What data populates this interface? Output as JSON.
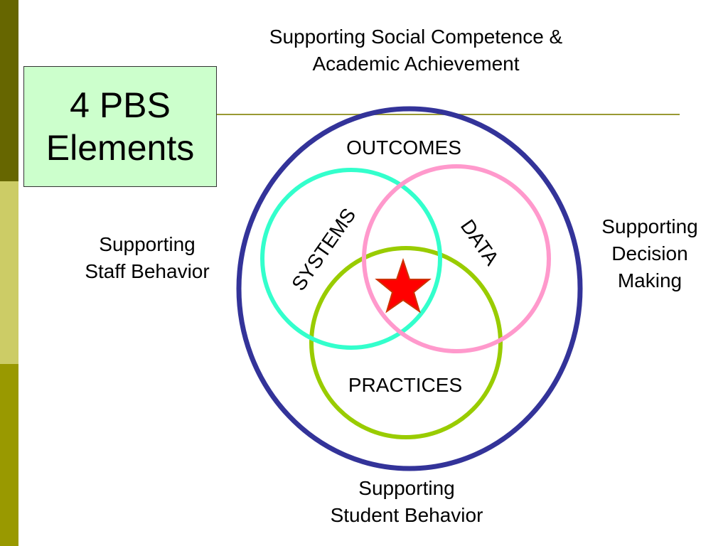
{
  "slide": {
    "title_line1": "4 PBS",
    "title_line2": "Elements"
  },
  "labels": {
    "top_line1": "Supporting Social Competence &",
    "top_line2": "Academic Achievement",
    "left_line1": "Supporting",
    "left_line2": "Staff Behavior",
    "right_line1": "Supporting",
    "right_line2": "Decision",
    "right_line3": "Making",
    "bottom_line1": "Supporting",
    "bottom_line2": "Student Behavior"
  },
  "diagram": {
    "outcomes": "OUTCOMES",
    "systems": "SYSTEMS",
    "data": "DATA",
    "practices": "PRACTICES"
  },
  "colors": {
    "sidebar_dark": "#666600",
    "sidebar_light": "#cccc66",
    "sidebar_mid": "#999900",
    "title_bg": "#ccffcc",
    "rule": "#999933",
    "outer_ellipse": "#333399",
    "systems_circle": "#33ffcc",
    "data_circle": "#ff99cc",
    "practices_circle": "#99cc00",
    "star_fill": "#ff0000",
    "star_stroke": "#cc3300"
  },
  "icons": {
    "center": "star-icon"
  }
}
